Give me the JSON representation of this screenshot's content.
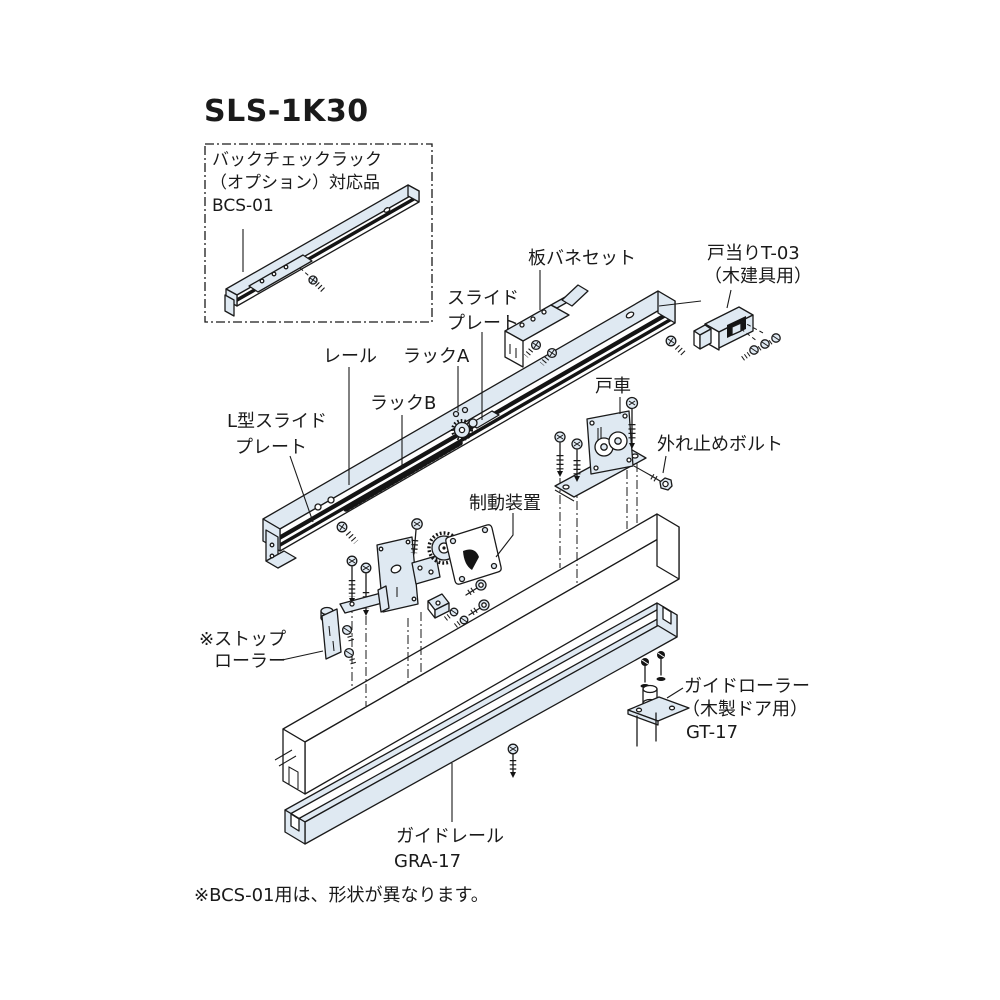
{
  "title": "SLS-1K30",
  "inset_box": {
    "l1": "バックチェックラック",
    "l2": "（オプション）対応品",
    "l3": "BCS-01"
  },
  "labels": {
    "plate_spring": "板バネセット",
    "door_stop": {
      "l1": "戸当りT-03",
      "l2": "（木建具用）"
    },
    "slide_plate": {
      "l1": "スライド",
      "l2": "プレート"
    },
    "rail": "レール",
    "rack_a": "ラックA",
    "rack_b": "ラックB",
    "l_slide_plate": {
      "l1": "L型スライド",
      "l2": "プレート"
    },
    "door_roller": "戸車",
    "retaining_bolt": "外れ止めボルト",
    "brake_unit": "制動装置",
    "stop_roller": {
      "l1": "※ストップ",
      "l2": "ローラー"
    },
    "guide_roller": {
      "l1": "ガイドローラー",
      "l2": "（木製ドア用）",
      "l3": "GT-17"
    },
    "guide_rail": {
      "l1": "ガイドレール",
      "l2": "GRA-17"
    }
  },
  "footnote": "※BCS-01用は、形状が異なります。",
  "colors": {
    "outline": "#1a1a1a",
    "metal": "#dfe9f2",
    "white": "#ffffff",
    "dark": "#141414"
  }
}
